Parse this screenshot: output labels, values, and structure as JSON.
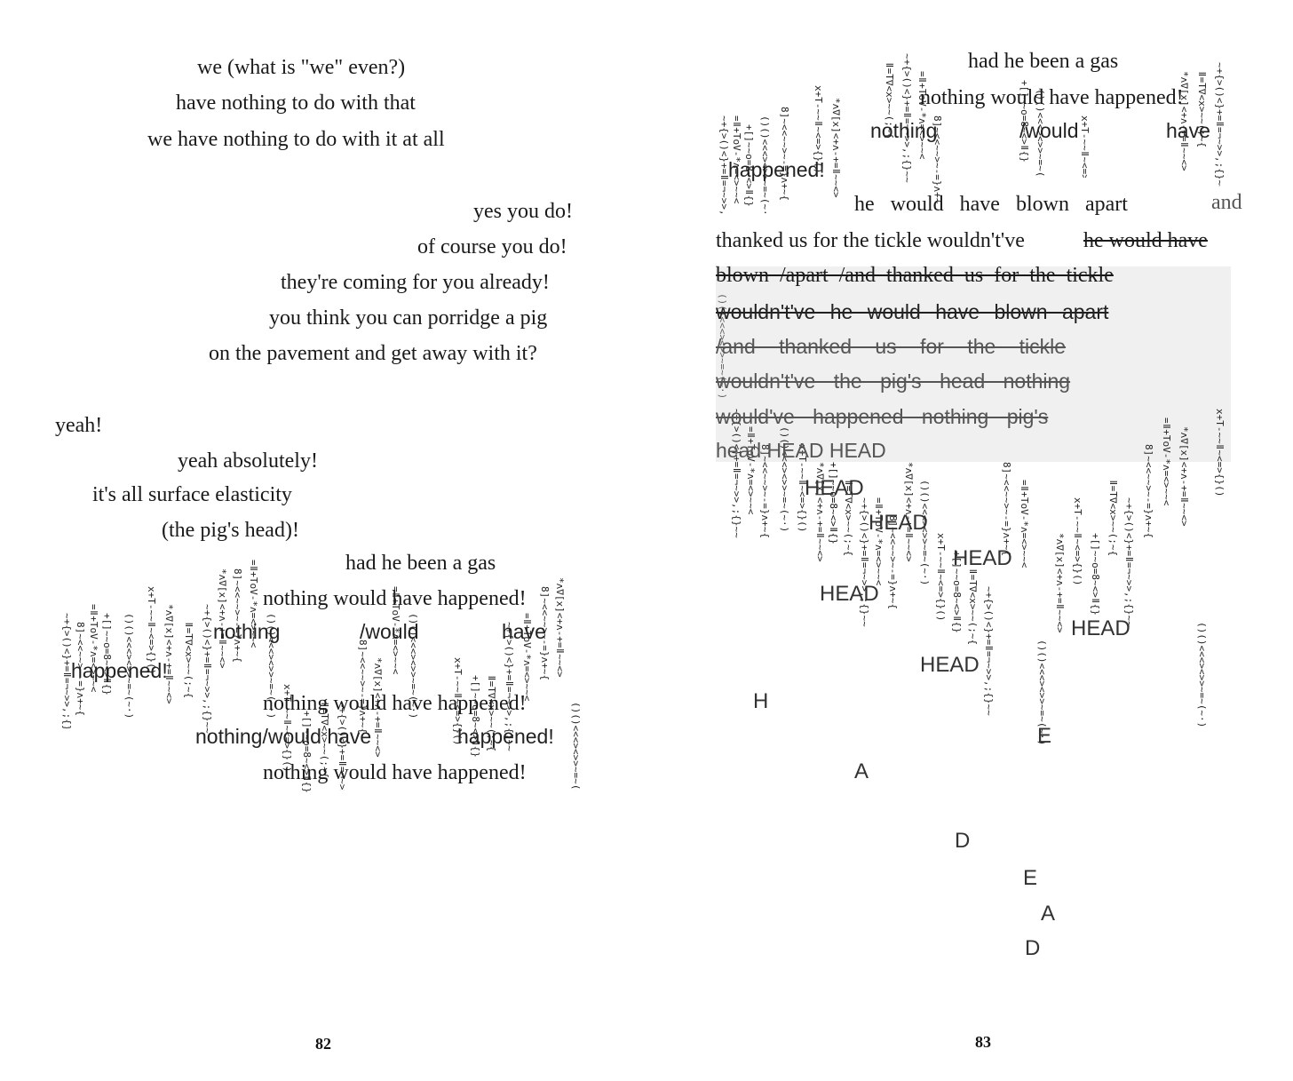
{
  "left_page": {
    "lines": [
      "we (what is \"we\" even?)",
      "have nothing to do with that",
      "we have nothing to do with it at all",
      "yes you do!",
      "of course you do!",
      "they're coming for you already!",
      "you think you can porridge a pig",
      "on the pavement and get away with it?",
      "yeah!",
      "yeah absolutely!",
      "it's all surface elasticity",
      "(the pig's head)!",
      "had he been a gas",
      "nothing would have happened!"
    ],
    "concrete_words": {
      "nothing": "nothing",
      "would": "/would",
      "have": "have",
      "happened": "happened!",
      "repeat_line": "nothing would have happened!",
      "repeat_line_b": "nothing/would have",
      "repeat_happened": "happened!",
      "repeat_line_c": "nothing would have happened!"
    },
    "page_number": "82"
  },
  "right_page": {
    "lines": [
      "had he been a gas",
      "nothing would have happened!",
      "he would have blown apart",
      "and",
      "thanked us for the tickle wouldn't've",
      "he would have"
    ],
    "concrete_words": {
      "nothing": "nothing",
      "would": "/would",
      "have": "have",
      "happened": "happened!"
    },
    "overlay_lines": [
      "blown /apart /and thanked us for the tickle",
      "wouldn't've he would have blown apart",
      "/and thanked us for the tickle",
      "wouldn't've the pig's head nothing",
      "would've happened nothing pig's",
      "head HEAD HEAD"
    ],
    "head_words": [
      "HEAD",
      "HEAD",
      "HEAD",
      "HEAD",
      "HEAD",
      "HEAD"
    ],
    "falling_letters": [
      "H",
      "A",
      "D",
      "E",
      "E",
      "A",
      "D"
    ],
    "page_number": "83"
  },
  "glyph_strings": {
    "a": "~+{>()<}+=ǁ=¬~>>,;{}~~",
    "b": "*ʌ∇[x]<+ʌ-+=ǁ~~<>",
    "c": "()()<<<><>>~=~(~·)",
    "d": "=ǁ+ToV-*ʌ=<>~~<",
    "e": "8]~<<~~>~-=}ʌ+~{",
    "f": "x+T-~~ǁ~<=>{}()",
    "g": "ǁ=T∇<x>~~(;~{",
    "h": "+[]~~o=8~<>ǁ{}"
  }
}
